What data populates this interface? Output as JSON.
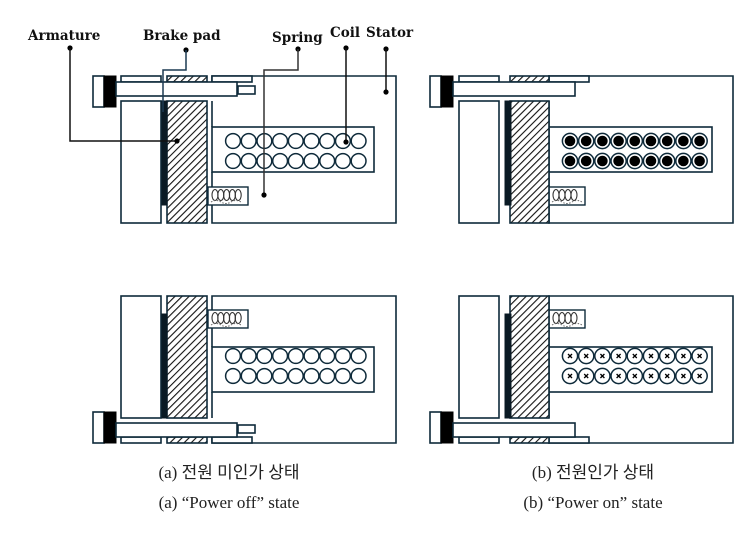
{
  "figure": {
    "labels": {
      "armature": "Armature",
      "brake_pad": "Brake pad",
      "spring": "Spring",
      "coil": "Coil",
      "stator": "Stator"
    },
    "panels": [
      {
        "id": "a-top",
        "state": "power-off",
        "position": "top",
        "coil_mark": "empty"
      },
      {
        "id": "b-top",
        "state": "power-on",
        "position": "top",
        "coil_mark": "dot"
      },
      {
        "id": "a-bottom",
        "state": "power-off",
        "position": "bottom",
        "coil_mark": "empty"
      },
      {
        "id": "b-bottom",
        "state": "power-on",
        "position": "bottom",
        "coil_mark": "cross"
      }
    ],
    "coil_columns": 9,
    "coil_rows": 2,
    "colors": {
      "outline": "#0e2a3a",
      "armature": "#0a1a24",
      "bolt_black": "#000000",
      "leader": "#111111",
      "brake_leader": "#1c3a52"
    }
  },
  "captions": {
    "a_korean": "(a) 전원 미인가 상태",
    "a_english": "(a) “Power off” state",
    "b_korean": "(b) 전원인가 상태",
    "b_english": "(b) “Power on” state"
  }
}
